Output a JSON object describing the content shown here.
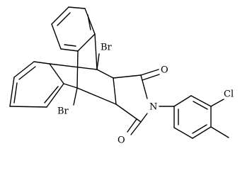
{
  "atoms": {
    "br_top": "Br",
    "br_bottom": "Br",
    "oxygen_top": "O",
    "oxygen_bottom": "O",
    "nitrogen": "N",
    "chlorine": "Cl"
  },
  "colors": {
    "bond": "#000000",
    "label": "#000000",
    "background": "#ffffff"
  }
}
